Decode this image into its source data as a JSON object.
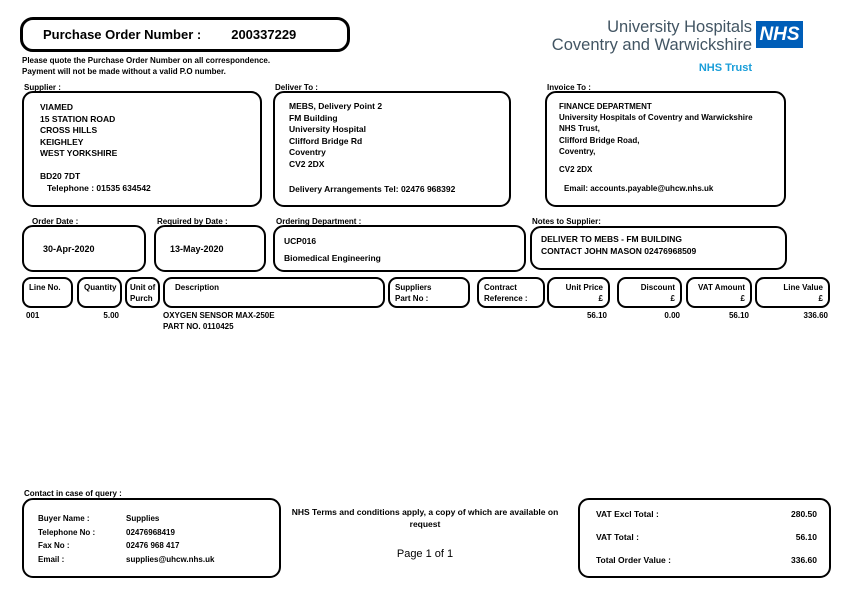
{
  "po": {
    "label": "Purchase Order Number :",
    "number": "200337229",
    "note1": "Please quote the Purchase Order Number on all correspondence.",
    "note2": "Payment will not be made without a valid P.O number."
  },
  "logo": {
    "line1": "University Hospitals",
    "line2": "Coventry and Warwickshire",
    "nhs": "NHS",
    "trust": "NHS Trust",
    "colors": {
      "nhs_blue": "#005EB8",
      "trust_blue": "#1a9ed9",
      "logo_text": "#425563"
    }
  },
  "supplier": {
    "label": "Supplier :",
    "lines": [
      "VIAMED",
      "15 STATION ROAD",
      "CROSS HILLS",
      "KEIGHLEY",
      "WEST YORKSHIRE"
    ],
    "postcode": "BD20 7DT",
    "telephone": "Telephone : 01535 634542"
  },
  "deliver_to": {
    "label": "Deliver To :",
    "lines": [
      "MEBS, Delivery Point 2",
      "FM Building",
      "University Hospital",
      "Clifford Bridge Rd",
      "Coventry",
      "CV2 2DX"
    ],
    "arrangements": "Delivery Arrangements Tel: 02476 968392"
  },
  "invoice_to": {
    "label": "Invoice To :",
    "lines": [
      "FINANCE DEPARTMENT",
      "University Hospitals of Coventry and Warwickshire",
      "NHS Trust,",
      "Clifford Bridge Road,",
      "Coventry,"
    ],
    "postcode": "CV2 2DX",
    "email": "Email: accounts.payable@uhcw.nhs.uk"
  },
  "order_info": {
    "order_date_label": "Order Date :",
    "order_date": "30-Apr-2020",
    "required_label": "Required by Date :",
    "required_date": "13-May-2020",
    "department_label": "Ordering Department :",
    "department_code": "UCP016",
    "department_name": "Biomedical Engineering",
    "notes_label": "Notes to Supplier:",
    "notes_line1": "DELIVER TO MEBS - FM BUILDING",
    "notes_line2": "CONTACT JOHN MASON 02476968509"
  },
  "table": {
    "headers": [
      {
        "line1": "Line No.",
        "line2": ""
      },
      {
        "line1": "Quantity",
        "line2": ""
      },
      {
        "line1": "Unit of",
        "line2": "Purch"
      },
      {
        "line1": "Description",
        "line2": ""
      },
      {
        "line1": "Suppliers",
        "line2": "Part No :"
      },
      {
        "line1": "Contract",
        "line2": "Reference :"
      },
      {
        "line1": "Unit Price",
        "line2": "£"
      },
      {
        "line1": "Discount",
        "line2": "£"
      },
      {
        "line1": "VAT Amount",
        "line2": "£"
      },
      {
        "line1": "Line Value",
        "line2": "£"
      }
    ],
    "row": {
      "line_no": "001",
      "quantity": "5.00",
      "unit": "",
      "description_line1": "OXYGEN SENSOR MAX-250E",
      "description_line2": "PART NO. 0110425",
      "supplier_part_no": "",
      "contract_reference": "",
      "unit_price": "56.10",
      "discount": "0.00",
      "vat_amount": "56.10",
      "line_value": "336.60"
    }
  },
  "footer": {
    "contact_label": "Contact in case of query :",
    "contact_rows": [
      {
        "label": "Buyer Name :",
        "value": "Supplies"
      },
      {
        "label": "Telephone No :",
        "value": "02476968419"
      },
      {
        "label": "Fax No :",
        "value": "02476 968 417"
      },
      {
        "label": "Email :",
        "value": "supplies@uhcw.nhs.uk"
      }
    ],
    "terms": "NHS Terms and conditions apply, a copy of which are available on request",
    "page": "Page 1 of 1",
    "totals": [
      {
        "label": "VAT Excl Total :",
        "value": "280.50"
      },
      {
        "label": "VAT Total :",
        "value": "56.10"
      },
      {
        "label": "Total Order Value :",
        "value": "336.60"
      }
    ]
  }
}
